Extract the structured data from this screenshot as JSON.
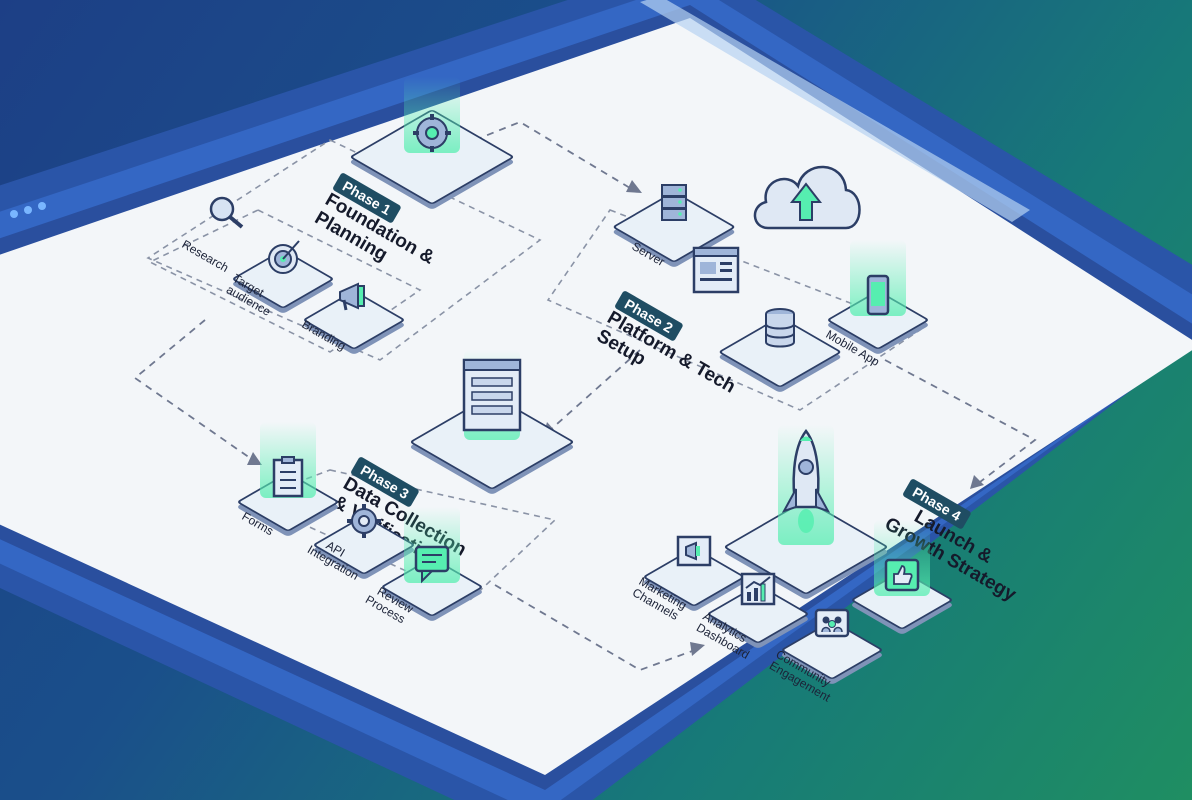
{
  "phases": [
    {
      "badge": "Phase 1",
      "title_lines": [
        "Foundation &",
        "Planning"
      ]
    },
    {
      "badge": "Phase 2",
      "title_lines": [
        "Platform & Tech",
        "Setup"
      ]
    },
    {
      "badge": "Phase 3",
      "title_lines": [
        "Data Collection",
        "& Verification"
      ]
    },
    {
      "badge": "Phase 4",
      "title_lines": [
        "Launch &",
        "Growth Strategy"
      ]
    }
  ],
  "items": {
    "research": [
      "Research"
    ],
    "target_audience": [
      "Target",
      "audience"
    ],
    "branding": [
      "Branding"
    ],
    "server": [
      "Server"
    ],
    "mobile_app": [
      "Mobile App"
    ],
    "forms": [
      "Forms"
    ],
    "api_integration": [
      "API",
      "Integration"
    ],
    "review_process": [
      "Review",
      "Process"
    ],
    "marketing_channels": [
      "Marketing",
      "Channels"
    ],
    "analytics_dashboard": [
      "Analytics",
      "Dashboard"
    ],
    "community_engagement": [
      "Community",
      "Engagement"
    ]
  },
  "colors": {
    "frame_blue": "#2f5fb8",
    "screen": "#f3f6f9",
    "accent_green": "#56eeb0",
    "badge": "#1f4d63",
    "ink": "#2c3e66"
  }
}
